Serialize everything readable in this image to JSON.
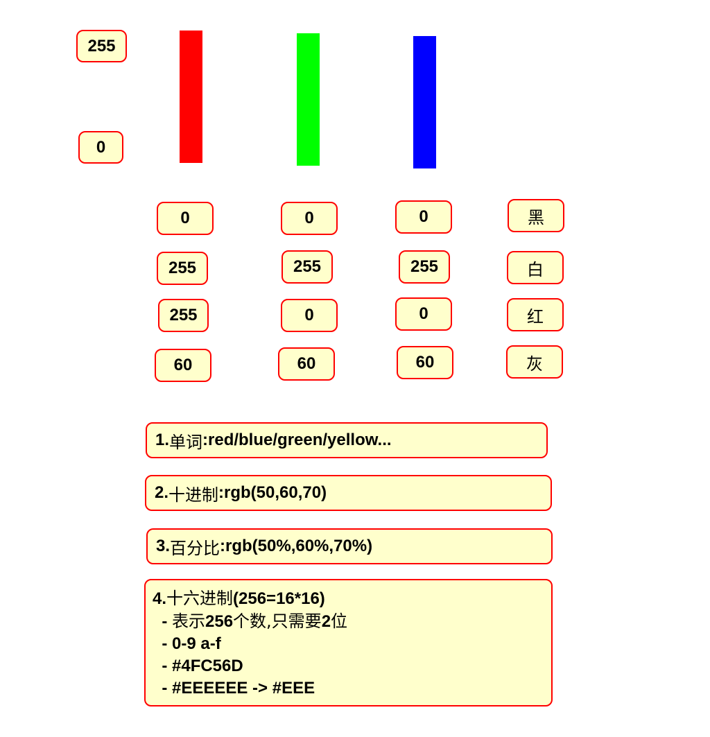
{
  "scale": {
    "max": "255",
    "min": "0"
  },
  "bars": [
    {
      "name": "red",
      "color": "#ff0000"
    },
    {
      "name": "green",
      "color": "#00ff00"
    },
    {
      "name": "blue",
      "color": "#0000ff"
    }
  ],
  "rows": [
    {
      "r": "0",
      "g": "0",
      "b": "0",
      "label": "黑"
    },
    {
      "r": "255",
      "g": "255",
      "b": "255",
      "label": "白"
    },
    {
      "r": "255",
      "g": "0",
      "b": "0",
      "label": "红"
    },
    {
      "r": "60",
      "g": "60",
      "b": "60",
      "label": "灰"
    }
  ],
  "notes": {
    "n1": {
      "num": "1.",
      "cn": "单词",
      "rest": ":red/blue/green/yellow..."
    },
    "n2": {
      "num": "2.",
      "cn": "十进制",
      "rest": ":rgb(50,60,70)"
    },
    "n3": {
      "num": "3.",
      "cn": "百分比",
      "rest": ":rgb(50%,60%,70%)"
    },
    "n4": {
      "title_num": "4.",
      "title_cn": "十六进制",
      "title_rest": "(256=16*16)",
      "line1_pre": "  - ",
      "line1_cn1": "表示",
      "line1_num": "256",
      "line1_cn2": "个数,只需要",
      "line1_num2": "2",
      "line1_cn3": "位",
      "line2": "  - 0-9 a-f",
      "line3": "  - #4FC56D",
      "line4": "  - #EEEEEE -> #EEE"
    }
  }
}
